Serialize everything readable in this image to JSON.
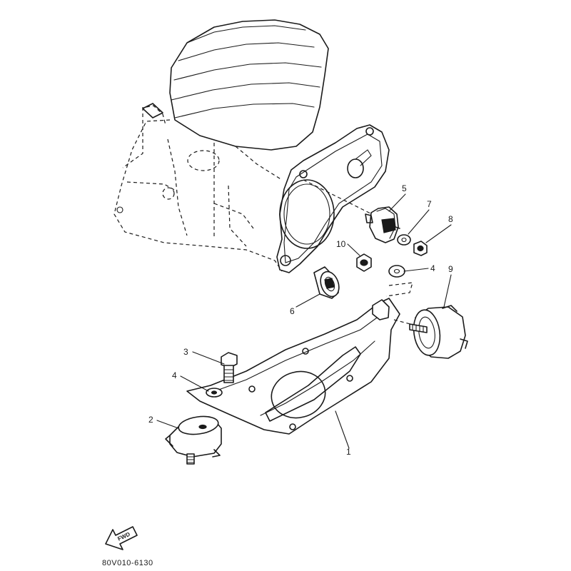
{
  "diagram": {
    "part_number": "80V010-6130",
    "direction_label": "FWD",
    "callouts": [
      {
        "id": "c1",
        "label": "1"
      },
      {
        "id": "c2",
        "label": "2"
      },
      {
        "id": "c3",
        "label": "3"
      },
      {
        "id": "c4a",
        "label": "4"
      },
      {
        "id": "c4b",
        "label": "4"
      },
      {
        "id": "c5",
        "label": "5"
      },
      {
        "id": "c6",
        "label": "6"
      },
      {
        "id": "c7",
        "label": "7"
      },
      {
        "id": "c8",
        "label": "8"
      },
      {
        "id": "c9",
        "label": "9"
      },
      {
        "id": "c10",
        "label": "10"
      }
    ]
  }
}
